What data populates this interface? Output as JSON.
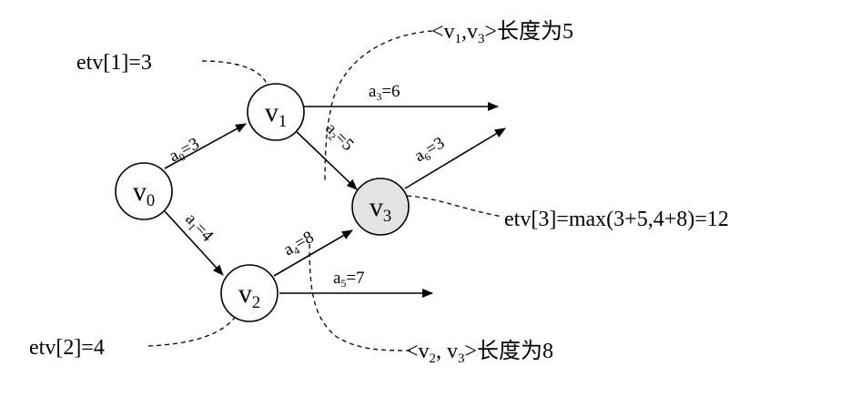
{
  "graph": {
    "nodes": [
      {
        "id": "v0",
        "label": "v",
        "sub": "0",
        "highlight": false
      },
      {
        "id": "v1",
        "label": "v",
        "sub": "1",
        "highlight": false
      },
      {
        "id": "v2",
        "label": "v",
        "sub": "2",
        "highlight": false
      },
      {
        "id": "v3",
        "label": "v",
        "sub": "3",
        "highlight": true
      }
    ],
    "edges": [
      {
        "id": "a0",
        "from": "v0",
        "to": "v1",
        "label": "a",
        "sub": "0",
        "weight": "=3"
      },
      {
        "id": "a1",
        "from": "v0",
        "to": "v2",
        "label": "a",
        "sub": "1",
        "weight": "=4"
      },
      {
        "id": "a2",
        "from": "v1",
        "to": "v3",
        "label": "a",
        "sub": "2",
        "weight": "=5"
      },
      {
        "id": "a3",
        "from": "v1",
        "to": null,
        "label": "a",
        "sub": "3",
        "weight": "=6"
      },
      {
        "id": "a4",
        "from": "v2",
        "to": "v3",
        "label": "a",
        "sub": "4",
        "weight": "=8"
      },
      {
        "id": "a5",
        "from": "v2",
        "to": null,
        "label": "a",
        "sub": "5",
        "weight": "=7"
      },
      {
        "id": "a6",
        "from": "v3",
        "to": null,
        "label": "a",
        "sub": "6",
        "weight": "=3"
      }
    ]
  },
  "annotations": {
    "etv1": "etv[1]=3",
    "etv2": "etv[2]=4",
    "etv3": "etv[3]=max(3+5,4+8)=12",
    "path13": {
      "open": "<",
      "v": "v",
      "sub_a": "1",
      "sep": ",",
      "sub_b": "3",
      "close": ">",
      "suffix": "长度为5"
    },
    "path23": {
      "open": "<",
      "v": "v",
      "sub_a": "2",
      "sep": ", ",
      "sub_b": "3",
      "close": ">",
      "suffix": "长度为8"
    }
  }
}
